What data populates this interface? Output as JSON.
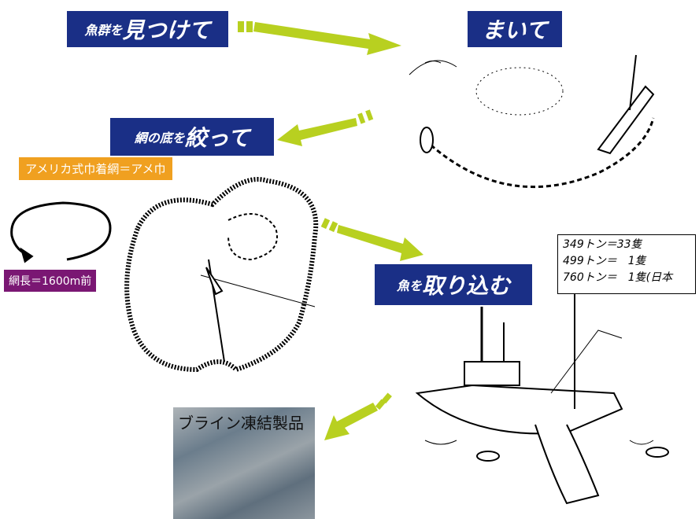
{
  "steps": {
    "find": {
      "small": "魚群を",
      "big": "見つけて"
    },
    "encircle": {
      "text": "まいて"
    },
    "purse": {
      "small": "網の底を",
      "big": "絞って"
    },
    "haul": {
      "small": "魚を",
      "big": "取り込む"
    }
  },
  "net_type_label": "アメリカ式巾着網＝アメ巾",
  "net_length_label": "網長＝1600m前",
  "fleet": [
    "349トン＝33隻",
    "499トン＝　1隻",
    "760トン＝　1隻(日本"
  ],
  "product_label": "ブライン凍結製品",
  "colors": {
    "label_bg": "#1a2f86",
    "arrow": "#b8d020",
    "orange": "#f0a020",
    "purple": "#7a1773"
  }
}
